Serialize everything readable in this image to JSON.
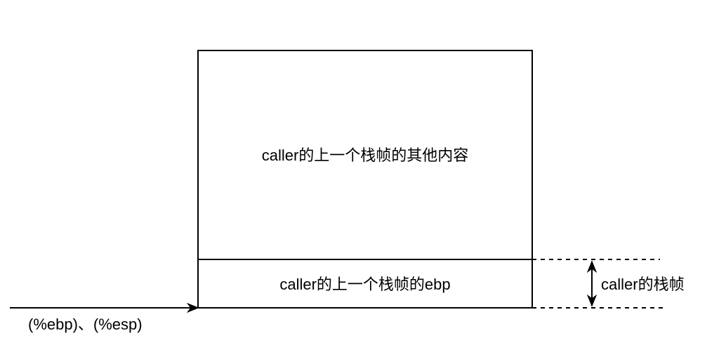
{
  "diagram": {
    "upper_block_label": "caller的上一个栈帧的其他内容",
    "lower_block_label": "caller的上一个栈帧的ebp",
    "frame_label": "caller的栈帧",
    "pointer_label": "(%ebp)、(%esp)"
  }
}
